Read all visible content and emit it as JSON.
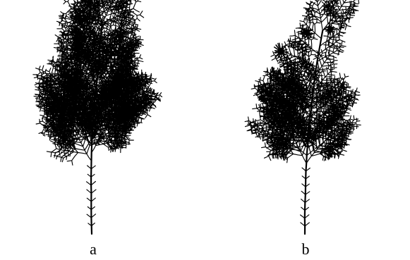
{
  "figure": {
    "panels": [
      {
        "id": "a",
        "label": "a",
        "icon": "branching-plant-icon"
      },
      {
        "id": "b",
        "label": "b",
        "icon": "branching-plant-with-flower-heads-icon"
      }
    ],
    "ink_color": "#000000",
    "background_color": "#ffffff"
  }
}
